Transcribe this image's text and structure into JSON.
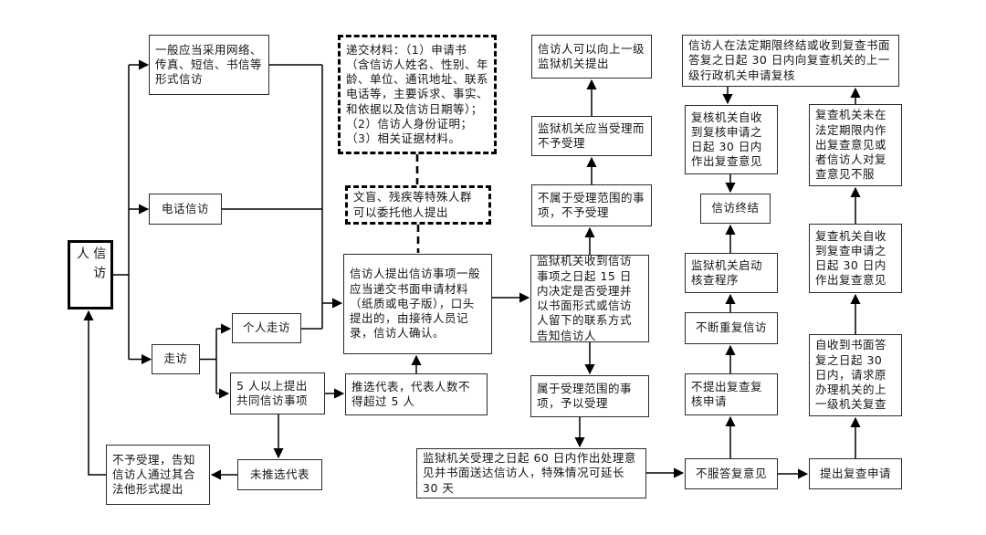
{
  "colors": {
    "line": "#000000",
    "box_border": "#2b2b2b",
    "background": "#ffffff",
    "text": "#151515"
  },
  "nodes": {
    "petitioner": {
      "text": "信访人"
    },
    "online_forms": {
      "text": "一般应当采用网络、传真、短信、书信等形式信访"
    },
    "phone_petition": {
      "text": "电话信访"
    },
    "visit": {
      "text": "走访"
    },
    "individual_visit": {
      "text": "个人走访"
    },
    "group_five": {
      "text": "5 人以上提出共同信访事项"
    },
    "reject_inform": {
      "text": "不予受理，告知信访人通过其合法他形式提出"
    },
    "no_representative": {
      "text": "未推选代表"
    },
    "elect_representative": {
      "text": "推选代表，代表人数不得超过 5 人"
    },
    "materials": {
      "text": "递交材料：（1）申请书（含信访人姓名、性别、年龄、单位、通讯地址、联系电话等，主要诉求、事实、和依据以及信访日期等）；（2）信访人身份证明；（3）相关证据材料。"
    },
    "special_groups": {
      "text": "文盲、残疾等特殊人群可以委托他人提出"
    },
    "written_submit": {
      "text": "信访人提出信访事项一般应当递交书面申请材料（纸质或电子版），口头提出的，由接待人员记录，信访人确认。"
    },
    "higher_prison": {
      "text": "信访人可以向上一级监狱机关提出"
    },
    "accept_refuse": {
      "text": "监狱机关应当受理而不予受理"
    },
    "not_in_scope": {
      "text": "不属于受理范围的事项，不予受理"
    },
    "decide_15days": {
      "text": "监狱机关收到信访事项之日起 15 日内决定是否受理并以书面形式或信访人留下的联系方式告知信访人"
    },
    "in_scope": {
      "text": "属于受理范围的事项，予以受理"
    },
    "handle_60days": {
      "text": "监狱机关受理之日起 60 日内作出处理意见并书面送达信访人，特殊情况可延长 30 天"
    },
    "fuhe_apply": {
      "text": "信访人在法定期限终结或收到复查书面答复之日起 30 日内向复查机关的上一级行政机关申请复核"
    },
    "fuhe_organ_30": {
      "text": "复核机关自收到复核申请之日起 30 日内作出复查意见"
    },
    "end_petition": {
      "text": "信访终结"
    },
    "start_verification": {
      "text": "监狱机关启动核查程序"
    },
    "repeated_petition": {
      "text": "不断重复信访"
    },
    "no_review_apply": {
      "text": "不提出复查复核申请"
    },
    "disagree_reply": {
      "text": "不服答复意见"
    },
    "review_overdue": {
      "text": "复查机关未在法定期限内作出复查意见或者信访人对复查意见不服"
    },
    "review_organ_30": {
      "text": "复查机关自收到复查申请之日起 30 日内作出复查意见"
    },
    "request_higher_review": {
      "text": "自收到书面答复之日起 30 日内，请求原办理机关的上一级机关复查"
    },
    "apply_review": {
      "text": "提出复查申请"
    }
  },
  "edges": [
    {
      "from": "petitioner",
      "to": "online_forms",
      "style": "solid"
    },
    {
      "from": "petitioner",
      "to": "phone_petition",
      "style": "solid"
    },
    {
      "from": "petitioner",
      "to": "visit",
      "style": "solid"
    },
    {
      "from": "online_forms",
      "to": "written_submit",
      "style": "solid"
    },
    {
      "from": "phone_petition",
      "to": "written_submit",
      "style": "solid"
    },
    {
      "from": "visit",
      "to": "individual_visit",
      "style": "solid"
    },
    {
      "from": "visit",
      "to": "group_five",
      "style": "solid"
    },
    {
      "from": "individual_visit",
      "to": "written_submit",
      "style": "solid"
    },
    {
      "from": "group_five",
      "to": "no_representative",
      "style": "solid"
    },
    {
      "from": "group_five",
      "to": "elect_representative",
      "style": "solid"
    },
    {
      "from": "no_representative",
      "to": "reject_inform",
      "style": "solid"
    },
    {
      "from": "reject_inform",
      "to": "petitioner",
      "style": "solid"
    },
    {
      "from": "elect_representative",
      "to": "written_submit",
      "style": "solid"
    },
    {
      "from": "materials",
      "to": "special_groups",
      "style": "dashed"
    },
    {
      "from": "special_groups",
      "to": "written_submit",
      "style": "dashed"
    },
    {
      "from": "written_submit",
      "to": "decide_15days",
      "style": "solid"
    },
    {
      "from": "decide_15days",
      "to": "not_in_scope",
      "style": "solid"
    },
    {
      "from": "not_in_scope",
      "to": "accept_refuse",
      "style": "solid"
    },
    {
      "from": "accept_refuse",
      "to": "higher_prison",
      "style": "solid"
    },
    {
      "from": "decide_15days",
      "to": "in_scope",
      "style": "solid"
    },
    {
      "from": "in_scope",
      "to": "handle_60days",
      "style": "solid"
    },
    {
      "from": "handle_60days",
      "to": "disagree_reply",
      "style": "solid"
    },
    {
      "from": "disagree_reply",
      "to": "no_review_apply",
      "style": "solid"
    },
    {
      "from": "no_review_apply",
      "to": "repeated_petition",
      "style": "solid"
    },
    {
      "from": "repeated_petition",
      "to": "start_verification",
      "style": "solid"
    },
    {
      "from": "start_verification",
      "to": "end_petition",
      "style": "solid"
    },
    {
      "from": "fuhe_organ_30",
      "to": "end_petition",
      "style": "solid"
    },
    {
      "from": "fuhe_apply",
      "to": "fuhe_organ_30",
      "style": "solid"
    },
    {
      "from": "disagree_reply",
      "to": "apply_review",
      "style": "solid"
    },
    {
      "from": "apply_review",
      "to": "request_higher_review",
      "style": "solid"
    },
    {
      "from": "request_higher_review",
      "to": "review_organ_30",
      "style": "solid"
    },
    {
      "from": "review_organ_30",
      "to": "review_overdue",
      "style": "solid"
    },
    {
      "from": "review_overdue",
      "to": "fuhe_apply",
      "style": "solid"
    }
  ]
}
